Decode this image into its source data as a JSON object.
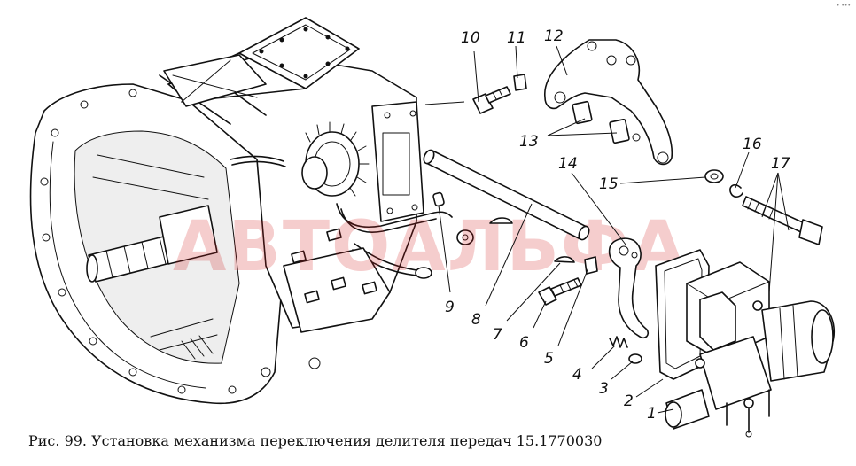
{
  "figure": {
    "caption": "Рис. 99. Установка механизма переключения делителя передач 15.1770030",
    "watermark": "АВТОАЛЬФА",
    "corner_mark": "• •••",
    "callouts": [
      {
        "id": "1",
        "label": "1"
      },
      {
        "id": "2",
        "label": "2"
      },
      {
        "id": "3",
        "label": "3"
      },
      {
        "id": "4",
        "label": "4"
      },
      {
        "id": "5",
        "label": "5"
      },
      {
        "id": "6",
        "label": "6"
      },
      {
        "id": "7",
        "label": "7"
      },
      {
        "id": "8",
        "label": "8"
      },
      {
        "id": "9",
        "label": "9"
      },
      {
        "id": "10",
        "label": "10"
      },
      {
        "id": "11",
        "label": "11"
      },
      {
        "id": "12",
        "label": "12"
      },
      {
        "id": "13",
        "label": "13"
      },
      {
        "id": "14",
        "label": "14"
      },
      {
        "id": "15",
        "label": "15"
      },
      {
        "id": "16",
        "label": "16"
      },
      {
        "id": "17",
        "label": "17"
      }
    ],
    "colors": {
      "ink": "#111111",
      "background": "#ffffff",
      "watermark": "#d31c1c"
    }
  }
}
